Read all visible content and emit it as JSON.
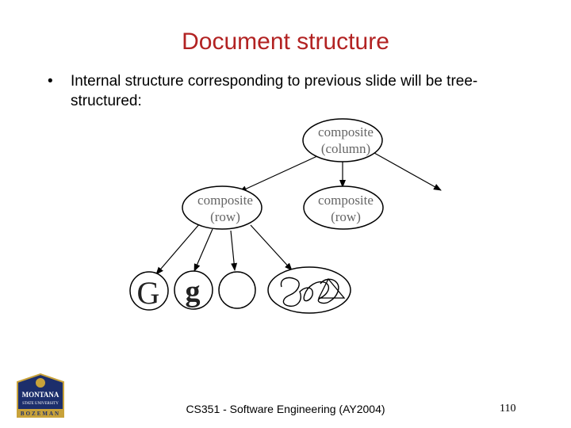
{
  "slide": {
    "title": "Document structure",
    "bullet": "Internal structure corresponding to previous slide will be tree-structured:"
  },
  "diagram": {
    "root": {
      "line1": "composite",
      "line2": "(column)"
    },
    "row_left": {
      "line1": "composite",
      "line2": "(row)"
    },
    "row_right": {
      "line1": "composite",
      "line2": "(row)"
    },
    "leaves": [
      {
        "glyph": "G"
      },
      {
        "glyph": "g"
      },
      {
        "glyph": ""
      }
    ]
  },
  "logo": {
    "line1": "MONTANA",
    "line2": "STATE UNIVERSITY",
    "line3": "BOZEMAN"
  },
  "footer": {
    "course": "CS351 - Software Engineering (AY2004)",
    "page": "110"
  },
  "colors": {
    "title": "#b22222",
    "node_text": "#666666"
  }
}
